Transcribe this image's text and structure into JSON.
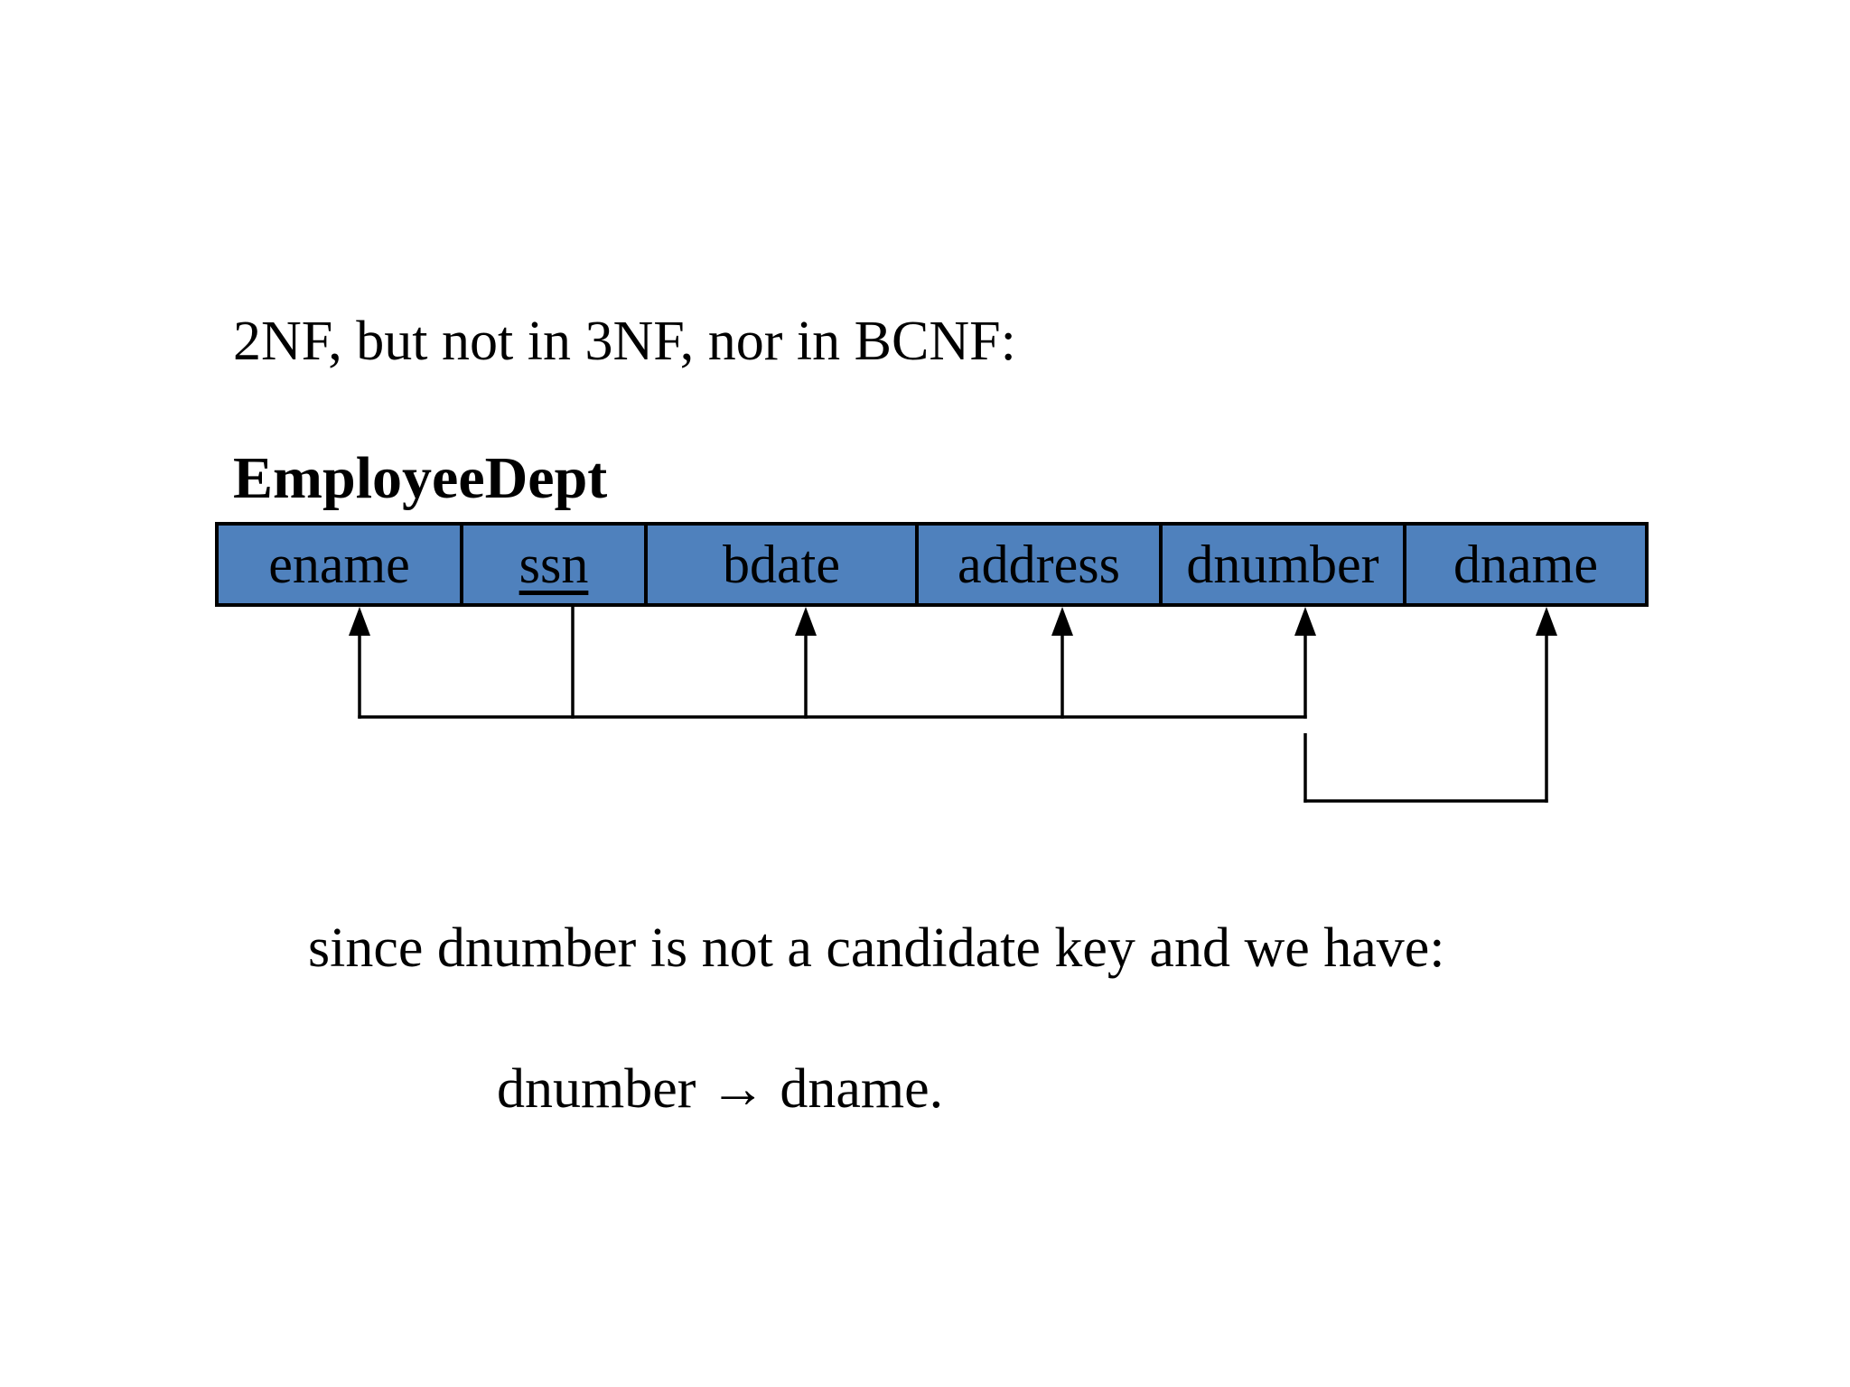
{
  "slide": {
    "title": "2NF, but not in 3NF, nor in BCNF:",
    "relation_name": "EmployeeDept",
    "note_line": "since dnumber is not a candidate key and we have:",
    "fd_statement": "dnumber → dname."
  },
  "table": {
    "columns": [
      "ename",
      "ssn",
      "bdate",
      "address",
      "dnumber",
      "dname"
    ],
    "key_column": "ssn",
    "header_fill_color": "#4f81bd",
    "border_color": "#000000",
    "text_color": "#000000"
  },
  "dependencies": [
    {
      "from": "ssn",
      "to": [
        "ename",
        "bdate",
        "address",
        "dnumber"
      ]
    },
    {
      "from": "dnumber",
      "to": [
        "dname"
      ]
    }
  ]
}
